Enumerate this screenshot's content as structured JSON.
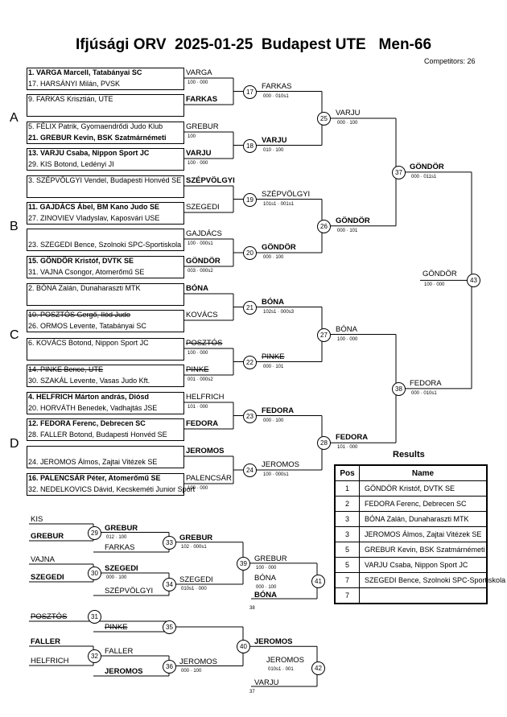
{
  "header": {
    "title": "Ifjúsági ORV  2025-01-25  Budapest UTE   Men-66",
    "competitors": "Competitors: 26"
  },
  "sections": [
    "A",
    "B",
    "C",
    "D"
  ],
  "entries": [
    {
      "text": "1. VARGA Marcell, Tatabányai SC",
      "bold": true
    },
    {
      "text": "17. HARSÁNYI Milán, PVSK"
    },
    {
      "text": "9. FARKAS Krisztián, UTE"
    },
    {
      "text": ""
    },
    {
      "text": "5. FÉLIX Patrik, Gyomaendrődi Judo Klub"
    },
    {
      "text": "21. GREBUR Kevin, BSK Szatmárnémeti",
      "bold": true
    },
    {
      "text": "13. VARJU Csaba, Nippon Sport JC",
      "bold": true
    },
    {
      "text": "29. KIS Botond, Ledényi JI"
    },
    {
      "text": "3. SZÉPVÖLGYI Vendel, Budapesti Honvéd SE"
    },
    {
      "text": ""
    },
    {
      "text": "11. GAJDÁCS Ábel, BM Kano Judo SE",
      "bold": true
    },
    {
      "text": "27. ZINOVIEV Vladyslav, Kaposvári USE"
    },
    {
      "text": ""
    },
    {
      "text": "23. SZEGEDI Bence, Szolnoki SPC-Sportiskola"
    },
    {
      "text": "15. GÖNDÖR Kristóf, DVTK SE",
      "bold": true
    },
    {
      "text": "31. VAJNA Csongor, Atomerőmű SE"
    },
    {
      "text": "2. BÓNA Zalán, Dunaharaszti MTK"
    },
    {
      "text": ""
    },
    {
      "text": "10. POSZTÓS Gergő, Ilód Judo",
      "strike": true
    },
    {
      "text": "26. ORMOS Levente, Tatabányai SC"
    },
    {
      "text": "6. KOVÁCS Botond, Nippon Sport JC"
    },
    {
      "text": ""
    },
    {
      "text": "14. PINKE Bence, UTE",
      "strike": true
    },
    {
      "text": "30. SZAKÁL Levente, Vasas Judo Kft."
    },
    {
      "text": "4. HELFRICH Márton andrás, Diósd",
      "bold": true
    },
    {
      "text": "20. HORVÁTH Benedek, Vadhajtás JSE"
    },
    {
      "text": "12. FEDORA Ferenc, Debrecen SC",
      "bold": true
    },
    {
      "text": "28. FALLER Botond, Budapesti Honvéd SE"
    },
    {
      "text": ""
    },
    {
      "text": "24. JEROMOS Álmos, Zajtai Vitézek SE"
    },
    {
      "text": "16. PALENCSÁR Péter, Atomerőmű SE",
      "bold": true
    },
    {
      "text": "32. NEDELKOVICS Dávid, Kecskeméti Junior Sport"
    }
  ],
  "r1": [
    {
      "n": "17",
      "name": "VARGA",
      "bold": false,
      "strike": false,
      "score": "100 · 000",
      "top": "FARKAS",
      "topBold": false,
      "topStrike": false,
      "bot": "",
      "botBold": false
    },
    {
      "n": "18",
      "name": "GREBUR",
      "bold": false,
      "strike": false,
      "score": "100",
      "top": "",
      "topBold": false,
      "topStrike": false,
      "bot": "",
      "botBold": false
    },
    {
      "n": "19",
      "name": "SZÉPVÖLGYI",
      "bold": true,
      "strike": false,
      "score": "",
      "top": "",
      "topBold": false,
      "topStrike": false,
      "bot": "",
      "botBold": false
    },
    {
      "n": "20",
      "name": "GAJDÁCS",
      "bold": false,
      "strike": false,
      "score": "100 · 000s1",
      "top": "",
      "topBold": false,
      "topStrike": false,
      "bot": "",
      "botBold": false
    },
    {
      "n": "21",
      "name": "BÓNA",
      "bold": true,
      "strike": false,
      "score": "",
      "top": "",
      "topBold": false,
      "topStrike": false,
      "bot": "",
      "botBold": false
    },
    {
      "n": "22",
      "name": "POSZTÓS",
      "bold": false,
      "strike": true,
      "score": "100 · 000",
      "top": "",
      "topBold": false,
      "topStrike": false,
      "bot": "",
      "botBold": false
    },
    {
      "n": "23",
      "name": "HELFRICH",
      "bold": false,
      "strike": false,
      "score": "101 · 000",
      "top": "",
      "topBold": false,
      "topStrike": false,
      "bot": "",
      "botBold": false
    },
    {
      "n": "24",
      "name": "JEROMOS",
      "bold": true,
      "strike": false,
      "score": "",
      "top": "",
      "topBold": false,
      "topStrike": false,
      "bot": "",
      "botBold": false
    }
  ],
  "r1b": [
    {
      "name": "FARKAS",
      "bold": true,
      "strike": false,
      "score": ""
    },
    {
      "name": "VARJU",
      "bold": true,
      "strike": false,
      "score": "100 · 000"
    },
    {
      "name": "SZEGEDI",
      "bold": false,
      "strike": false,
      "score": ""
    },
    {
      "name": "GÖNDÖR",
      "bold": true,
      "strike": false,
      "score": "003 · 000s2"
    },
    {
      "name": "KOVÁCS",
      "bold": false,
      "strike": false,
      "score": ""
    },
    {
      "name": "PINKE",
      "bold": false,
      "strike": true,
      "score": "001 · 000s2"
    },
    {
      "name": "FEDORA",
      "bold": true,
      "strike": false,
      "score": ""
    },
    {
      "name": "PALENCSÁR",
      "bold": false,
      "strike": false,
      "score": "100 · 000"
    }
  ],
  "r2": [
    {
      "name": "FARKAS",
      "bold": false,
      "strike": false,
      "score": "000 · 010s1"
    },
    {
      "name": "VARJU",
      "bold": true,
      "strike": false,
      "score": "010 · 100"
    },
    {
      "name": "SZÉPVÖLGYI",
      "bold": false,
      "strike": false,
      "score": "101s1 · 001s1"
    },
    {
      "name": "GÖNDÖR",
      "bold": true,
      "strike": false,
      "score": "000 · 100"
    },
    {
      "name": "BÓNA",
      "bold": true,
      "strike": false,
      "score": "102s1 · 000s3"
    },
    {
      "name": "PINKE",
      "bold": false,
      "strike": true,
      "score": "000 · 101"
    },
    {
      "name": "FEDORA",
      "bold": true,
      "strike": false,
      "score": "000 · 100"
    },
    {
      "name": "JEROMOS",
      "bold": false,
      "strike": false,
      "score": "100 · 000s1"
    }
  ],
  "r3": [
    {
      "name": "VARJU",
      "bold": false,
      "score": "000 · 100"
    },
    {
      "name": "GÖNDÖR",
      "bold": true,
      "score": "000 · 101"
    },
    {
      "name": "BÓNA",
      "bold": false,
      "score": "100 · 000"
    },
    {
      "name": "FEDORA",
      "bold": true,
      "score": "101 · 000"
    }
  ],
  "r4": [
    {
      "name": "GÖNDÖR",
      "bold": true,
      "score": "000 · 011s1"
    },
    {
      "name": "FEDORA",
      "bold": false,
      "score": "000 · 010s1"
    }
  ],
  "final": {
    "name": "GÖNDÖR",
    "score": "100 · 000"
  },
  "matchNums": {
    "r2": [
      "25",
      "26",
      "27",
      "28"
    ],
    "r3": [
      "37",
      "38"
    ],
    "final": "43"
  },
  "repechage": {
    "a29": {
      "n": "29",
      "top": "KIS",
      "bot": "GREBUR",
      "botBold": true,
      "score": ""
    },
    "a30": {
      "n": "30",
      "top": "VAJNA",
      "bot": "SZEGEDI",
      "botBold": true,
      "score": ""
    },
    "a33": {
      "n": "33",
      "top": "GREBUR",
      "topBold": true,
      "topScore": "012 · 100",
      "bot": "FARKAS",
      "score": "",
      "res": "GREBUR",
      "resBold": true,
      "resScore": "102 · 000s1"
    },
    "a34": {
      "n": "34",
      "top": "SZEGEDI",
      "topBold": true,
      "topScore": "000 · 100",
      "bot": "SZÉPVÖLGYI",
      "res": "SZEGEDI",
      "resBold": false,
      "resScore": "010s1 · 000"
    },
    "a39": {
      "n": "39",
      "res": "GREBUR",
      "resScore": "100 · 000"
    },
    "a41": {
      "n": "41",
      "top": "BÓNA",
      "topScore": "000 · 100",
      "res": "BÓNA",
      "resBold": true,
      "tiny": "38"
    },
    "a31": {
      "n": "31",
      "top": "POSZTÓS",
      "topStrike": true
    },
    "a35": {
      "n": "35",
      "top": "PINKE",
      "topStrike": true
    },
    "a32": {
      "n": "32",
      "top": "FALLER",
      "topBold": true,
      "bot": "HELFRICH",
      "res": "FALLER",
      "resScore": "",
      "res2": "JEROMOS",
      "res2Bold": true
    },
    "a36": {
      "n": "36",
      "res": "JEROMOS",
      "resScore": "000 · 100"
    },
    "a40": {
      "n": "40",
      "res": "JEROMOS",
      "resBold": true
    },
    "a42": {
      "n": "42",
      "top": "JEROMOS",
      "topScore": "010s1 · 001",
      "res": "VARJU",
      "tiny": "37"
    }
  },
  "results": {
    "title": "Results",
    "headers": [
      "Pos",
      "Name"
    ],
    "rows": [
      {
        "pos": "1",
        "name": "GÖNDÖR Kristóf, DVTK SE"
      },
      {
        "pos": "2",
        "name": "FEDORA Ferenc, Debrecen SC"
      },
      {
        "pos": "3",
        "name": "BÓNA Zalán, Dunaharaszti MTK"
      },
      {
        "pos": "3",
        "name": "JEROMOS Álmos, Zajtai Vitézek SE"
      },
      {
        "pos": "5",
        "name": "GREBUR Kevin, BSK Szatmárnémeti"
      },
      {
        "pos": "5",
        "name": "VARJU Csaba, Nippon Sport JC"
      },
      {
        "pos": "7",
        "name": "SZEGEDI Bence, Szolnoki SPC-Sportiskola"
      },
      {
        "pos": "7",
        "name": ""
      }
    ]
  }
}
